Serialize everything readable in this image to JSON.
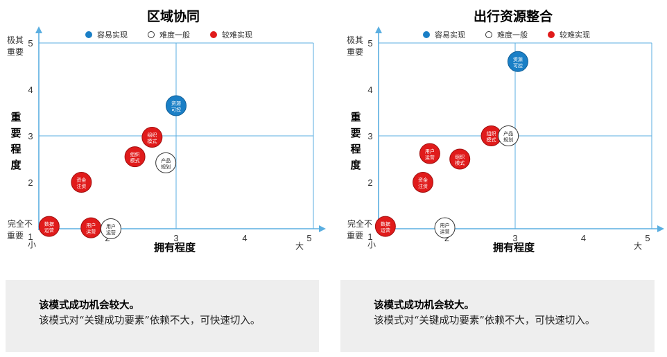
{
  "chart_data": [
    {
      "type": "scatter",
      "title": "区域协同",
      "xlabel": "拥有程度",
      "ylabel": "重要程度",
      "xlim": [
        1,
        5
      ],
      "ylim": [
        1,
        5
      ],
      "x_ticks": [
        "1",
        "2",
        "3",
        "4",
        "5"
      ],
      "y_ticks": [
        "1",
        "2",
        "3",
        "4",
        "5"
      ],
      "x_min_label": "小",
      "x_max_label": "大",
      "y_max_label": "极其重要",
      "y_min_label": "完全不重要",
      "legend": [
        {
          "label": "容易实现",
          "color": "#1a7fc6",
          "style": "filled"
        },
        {
          "label": "难度一般",
          "color": "#ffffff",
          "style": "hollow"
        },
        {
          "label": "较难实现",
          "color": "#e01b1b",
          "style": "filled"
        }
      ],
      "legend_position": "top",
      "quadrant_lines": {
        "x": 3,
        "y": 3
      },
      "points": [
        {
          "label": "资源可控",
          "x": 3.0,
          "y": 3.65,
          "category": "容易实现"
        },
        {
          "label": "组织模式",
          "x": 2.65,
          "y": 2.97,
          "category": "较难实现"
        },
        {
          "label": "组织模式",
          "x": 2.4,
          "y": 2.55,
          "category": "较难实现"
        },
        {
          "label": "产品规划",
          "x": 2.85,
          "y": 2.42,
          "category": "难度一般"
        },
        {
          "label": "资金注资",
          "x": 1.62,
          "y": 2.0,
          "category": "较难实现"
        },
        {
          "label": "数据运营",
          "x": 1.15,
          "y": 1.05,
          "category": "较难实现"
        },
        {
          "label": "用户运营",
          "x": 1.76,
          "y": 1.02,
          "category": "较难实现"
        },
        {
          "label": "用户运营",
          "x": 2.05,
          "y": 1.0,
          "category": "难度一般"
        }
      ]
    },
    {
      "type": "scatter",
      "title": "出行资源整合",
      "xlabel": "拥有程度",
      "ylabel": "重要程度",
      "xlim": [
        1,
        5
      ],
      "ylim": [
        1,
        5
      ],
      "x_ticks": [
        "1",
        "2",
        "3",
        "4",
        "5"
      ],
      "y_ticks": [
        "1",
        "2",
        "3",
        "4",
        "5"
      ],
      "x_min_label": "小",
      "x_max_label": "大",
      "y_max_label": "极其重要",
      "y_min_label": "完全不重要",
      "legend": [
        {
          "label": "容易实现",
          "color": "#1a7fc6",
          "style": "filled"
        },
        {
          "label": "难度一般",
          "color": "#ffffff",
          "style": "hollow"
        },
        {
          "label": "较难实现",
          "color": "#e01b1b",
          "style": "filled"
        }
      ],
      "legend_position": "top",
      "quadrant_lines": {
        "x": 3,
        "y": 3
      },
      "points": [
        {
          "label": "资源可控",
          "x": 3.04,
          "y": 4.6,
          "category": "容易实现"
        },
        {
          "label": "组织模式",
          "x": 2.65,
          "y": 3.0,
          "category": "较难实现"
        },
        {
          "label": "产品规划",
          "x": 2.9,
          "y": 3.0,
          "category": "难度一般"
        },
        {
          "label": "用户运营",
          "x": 1.75,
          "y": 2.62,
          "category": "较难实现"
        },
        {
          "label": "组织模式",
          "x": 2.19,
          "y": 2.5,
          "category": "较难实现"
        },
        {
          "label": "资金注资",
          "x": 1.65,
          "y": 2.0,
          "category": "较难实现"
        },
        {
          "label": "数据运营",
          "x": 1.1,
          "y": 1.05,
          "category": "较难实现"
        },
        {
          "label": "用户运营",
          "x": 1.97,
          "y": 1.02,
          "category": "难度一般"
        }
      ]
    }
  ],
  "text_boxes": [
    {
      "headline": "该模式成功机会较大。",
      "body": "该模式对“关键成功要素”依赖不大，可快速切入。"
    },
    {
      "headline": "该模式成功机会较大。",
      "body": "该模式对“关键成功要素”依赖不大，可快速切入。"
    }
  ],
  "colors": {
    "axis": "#5aaee0",
    "easy": "#1a7fc6",
    "hard": "#e01b1b",
    "box": "#eeeeee"
  }
}
